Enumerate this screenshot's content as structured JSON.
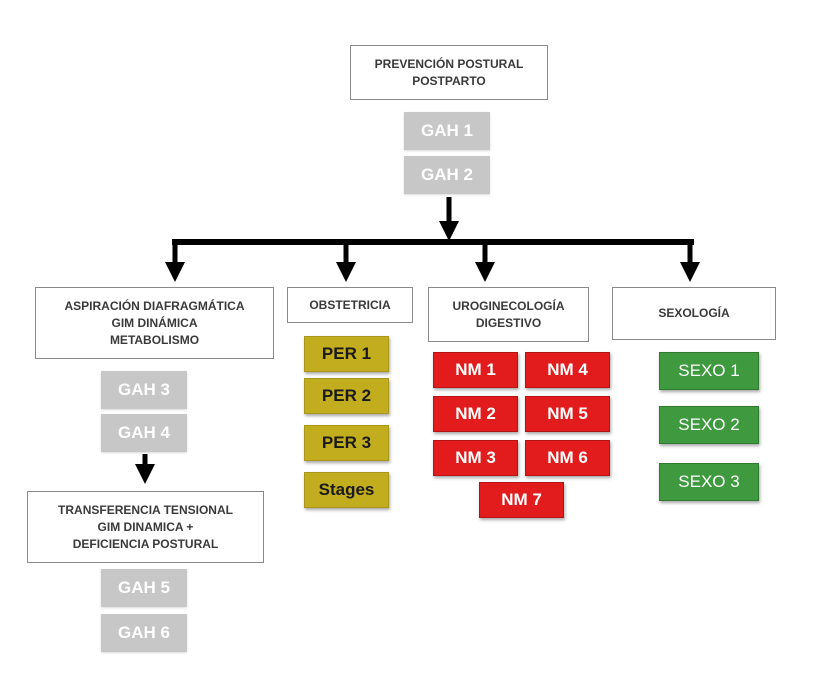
{
  "colors": {
    "connector": "#000000",
    "outline_border": "#8a8a8a",
    "gah_fill": "#c7c7c7",
    "per_fill": "#c2ad1e",
    "nm_fill": "#e21c1c",
    "sexo_fill": "#3f9a3f"
  },
  "root": {
    "title": "PREVENCIÓN POSTURAL\nPOSTPARTO",
    "items": [
      "GAH 1",
      "GAH 2"
    ]
  },
  "branches": {
    "aspiracion": {
      "title": "ASPIRACIÓN DIAFRAGMÁTICA\nGIM DINÁMICA\nMETABOLISMO",
      "items": [
        "GAH 3",
        "GAH 4"
      ]
    },
    "transferencia": {
      "title": "TRANSFERENCIA TENSIONAL\nGIM DINAMICA +\nDEFICIENCIA POSTURAL",
      "items": [
        "GAH 5",
        "GAH 6"
      ]
    },
    "obstetricia": {
      "title": "OBSTETRICIA",
      "items": [
        "PER 1",
        "PER 2",
        "PER 3",
        "Stages"
      ]
    },
    "uroginecologia": {
      "title": "UROGINECOLOGÍA\nDIGESTIVO",
      "items": [
        "NM 1",
        "NM 4",
        "NM 2",
        "NM 5",
        "NM 3",
        "NM 6",
        "NM 7"
      ]
    },
    "sexologia": {
      "title": "SEXOLOGÍA",
      "items": [
        "SEXO 1",
        "SEXO 2",
        "SEXO 3"
      ]
    }
  }
}
